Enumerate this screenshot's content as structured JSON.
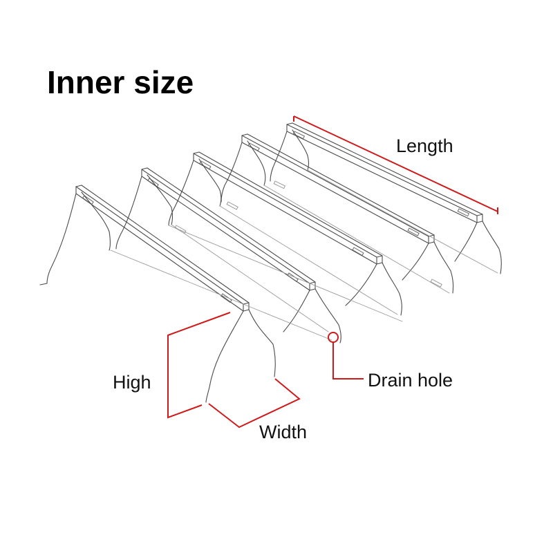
{
  "title": "Inner size",
  "labels": {
    "length": "Length",
    "high": "High",
    "width": "Width",
    "drain_hole": "Drain hole"
  },
  "colors": {
    "dimension_lines": "#d01818",
    "outline": "#4a4a4a",
    "background": "#ffffff",
    "text": "#111111"
  },
  "rack": {
    "divider_count": 5
  }
}
